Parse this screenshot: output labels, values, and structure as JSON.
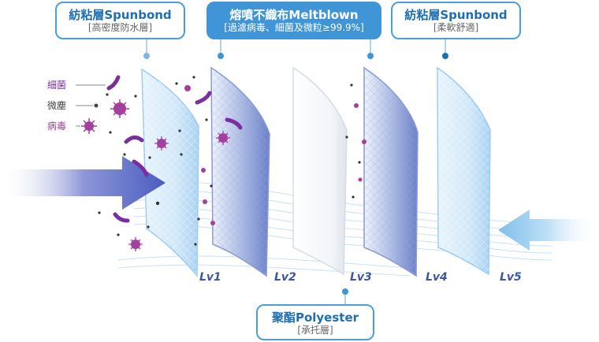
{
  "callouts": {
    "spunbond_left": {
      "title": "紡粘層Spunbond",
      "sub": "[高密度防水層]"
    },
    "meltblown": {
      "title": "熔噴不織布Meltblown",
      "sub": "[過濾病毒、細菌及微粒≥99.9%]"
    },
    "spunbond_right": {
      "title": "紡粘層Spunbond",
      "sub": "[柔軟舒適]"
    },
    "polyester": {
      "title": "聚酯Polyester",
      "sub": "[承托層]"
    }
  },
  "legend": {
    "bacteria": "細菌",
    "dust": "微塵",
    "virus": "病毒"
  },
  "levels": [
    "Lv1",
    "Lv2",
    "Lv3",
    "Lv4",
    "Lv5"
  ],
  "colors": {
    "accent": "#3f95d6",
    "border": "#4a9fd8",
    "level_text": "#3d55a5",
    "germ": "#7a2f9e",
    "arrow_left": "#4a5cc0",
    "arrow_right": "#8fc8ee"
  }
}
